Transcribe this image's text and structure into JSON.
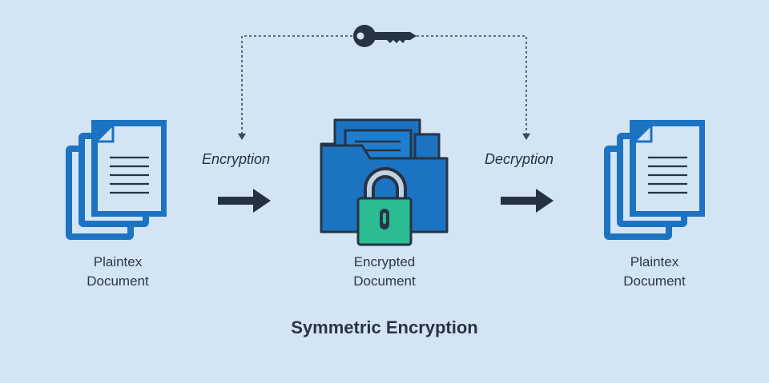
{
  "diagram": {
    "title": "Symmetric Encryption",
    "colors": {
      "background": "#d3e4f4",
      "doc_blue": "#1c73c2",
      "folder_blue": "#1a6fc0",
      "lock_green": "#2cbc93",
      "dark": "#263445",
      "key": "#263445"
    },
    "nodes": {
      "source": {
        "line1": "Plaintex",
        "line2": "Document",
        "icon": "stacked-documents-icon"
      },
      "center": {
        "line1": "Encrypted",
        "line2": "Document",
        "icon": "locked-folder-icon"
      },
      "target": {
        "line1": "Plaintex",
        "line2": "Document",
        "icon": "stacked-documents-icon"
      }
    },
    "steps": {
      "encrypt": "Encryption",
      "decrypt": "Decryption"
    },
    "key_icon": "key-icon"
  }
}
